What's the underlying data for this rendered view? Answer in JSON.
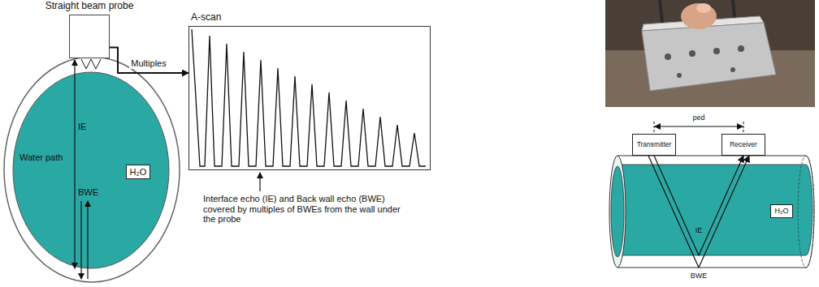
{
  "diagram": {
    "nodes": [
      {
        "text": [
          "Straight beam probe"
        ]
      },
      {
        "text": [
          "Water path"
        ]
      },
      {
        "text": [
          "H₂O"
        ],
        "in": 1
      },
      {
        "text": [
          "A-scan"
        ]
      },
      {
        "text": [
          "Transmitter"
        ]
      },
      {
        "text": [
          "Receiver"
        ]
      },
      {
        "text": [
          "H₂O"
        ]
      }
    ],
    "edges": [
      {
        "from": 0,
        "to": 3,
        "arrow": "to",
        "label": "Multiples"
      },
      {
        "from": 4,
        "to": 5,
        "arrow": "to",
        "label": "IE"
      },
      {
        "from": 4,
        "to": 5,
        "arrow": "to",
        "label": "BWE"
      }
    ],
    "labels": [
      "IE",
      "BWE",
      "Interface echo (IE) and Back wall echo (BWE) covered by multiples of BWEs from the wall under the probe",
      "ped"
    ]
  }
}
